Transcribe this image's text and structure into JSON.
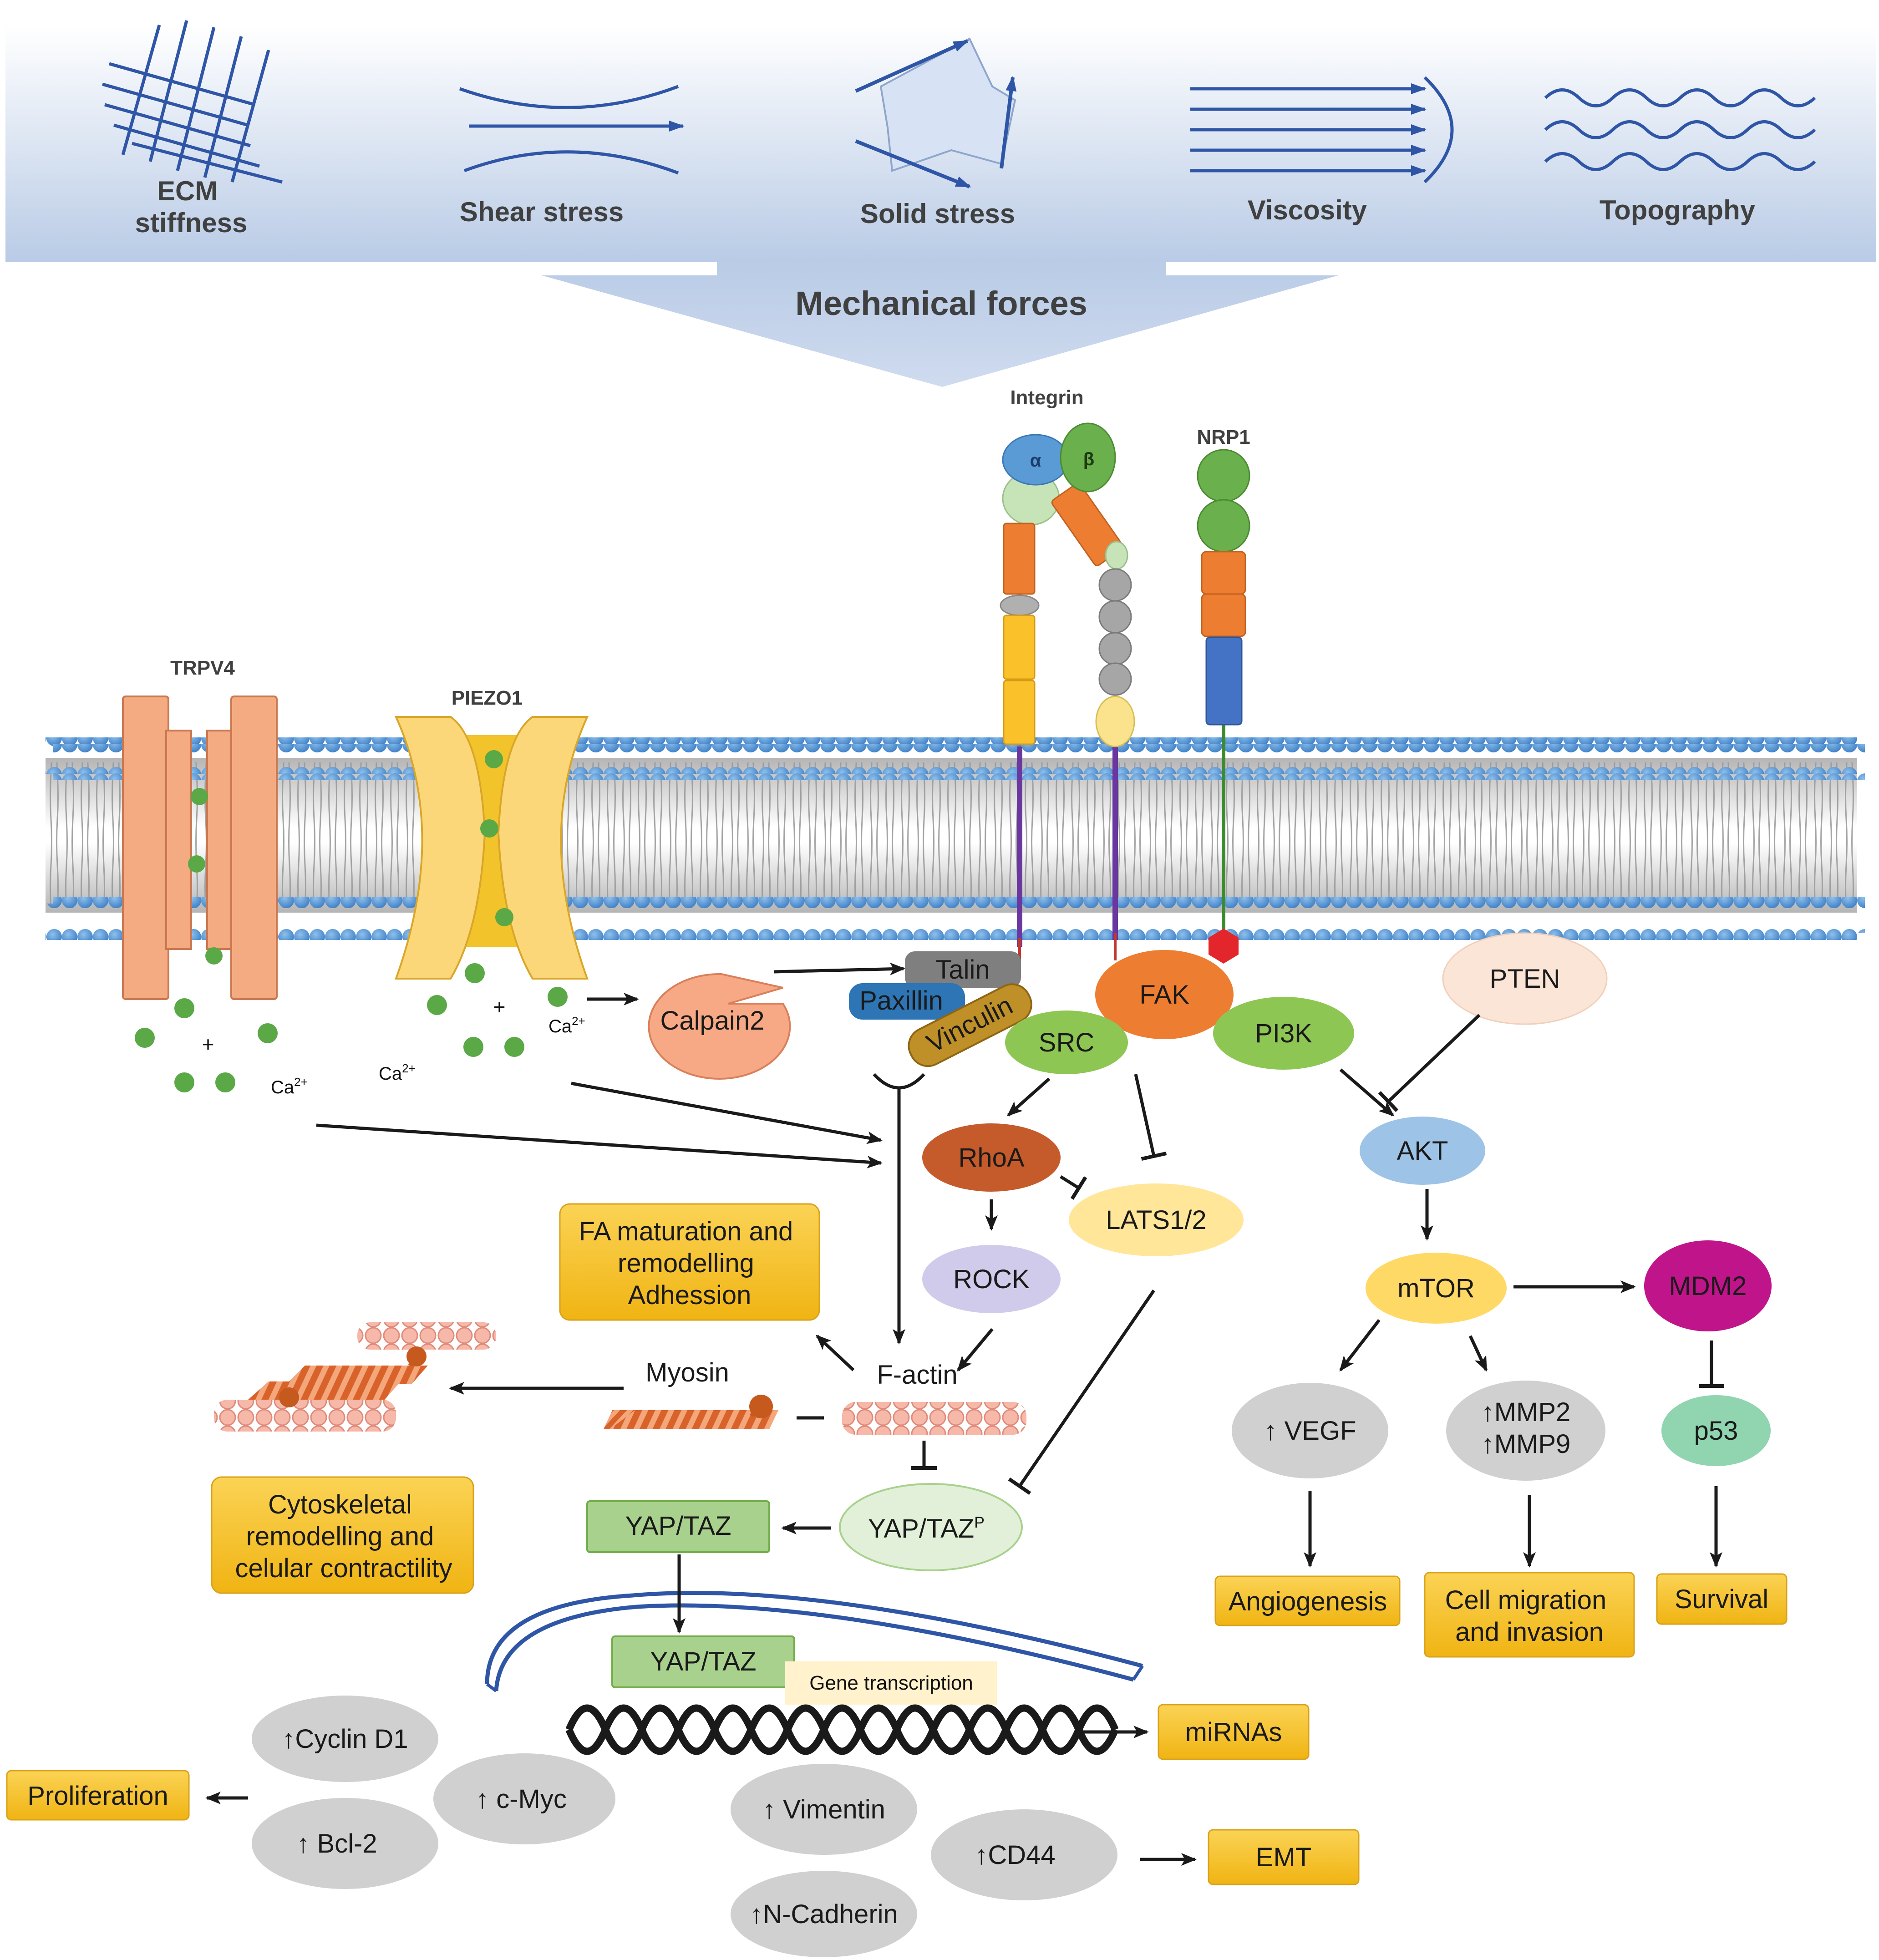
{
  "colors": {
    "banner_top": "#ffffff",
    "banner_bottom": "#b9cbe6",
    "icon_blue": "#2f56a6",
    "membrane_head": "#4f8fd0",
    "outcome_fill": "#f7c431",
    "arrow": "#1a1a1a"
  },
  "forces": {
    "ecm": "ECM\nstiffness",
    "shear": "Shear stress",
    "solid": "Solid stress",
    "viscosity": "Viscosity",
    "topography": "Topography",
    "mechanical": "Mechanical forces"
  },
  "receptors": {
    "trpv4": "TRPV4",
    "piezo1": "PIEZO1",
    "integrin": "Integrin",
    "alpha": "α",
    "beta": "β",
    "nrp1": "NRP1"
  },
  "ions": {
    "plus": "+",
    "ca": "Ca",
    "ca_sup": "2+"
  },
  "nodes": {
    "calpain2": "Calpain2",
    "talin": "Talin",
    "paxillin": "Paxillin",
    "vinculin": "Vinculin",
    "fak": "FAK",
    "src": "SRC",
    "pi3k": "PI3K",
    "pten": "PTEN",
    "rhoa": "RhoA",
    "lats": "LATS1/2",
    "rock": "ROCK",
    "akt": "AKT",
    "mtor": "mTOR",
    "mdm2": "MDM2",
    "vegf": "↑ VEGF",
    "mmp2": "↑MMP2",
    "mmp9": "↑MMP9",
    "p53": "p53",
    "factin": "F-actin",
    "myosin": "Myosin",
    "yaptaz_p": "YAP/TAZ",
    "yaptaz_p_sup": "P",
    "yaptaz_cyto": "YAP/TAZ",
    "yaptaz_nuc": "YAP/TAZ",
    "gene_transcription": "Gene transcription",
    "cyclin_d1": "↑Cyclin D1",
    "cmyc": "↑ c-Myc",
    "bcl2": "↑  Bcl-2",
    "vimentin": "↑ Vimentin",
    "cd44": "↑CD44",
    "ncadherin": "↑N-Cadherin"
  },
  "outcomes": {
    "fa": [
      "FA maturation and",
      "remodelling",
      "Adhession"
    ],
    "cyto": [
      "Cytoskeletal",
      "remodelling and",
      "celular contractility"
    ],
    "angiogenesis": "Angiogenesis",
    "migration": [
      "Cell migration",
      "and invasion"
    ],
    "survival": "Survival",
    "mirnas": "miRNAs",
    "proliferation": "Proliferation",
    "emt": "EMT"
  }
}
